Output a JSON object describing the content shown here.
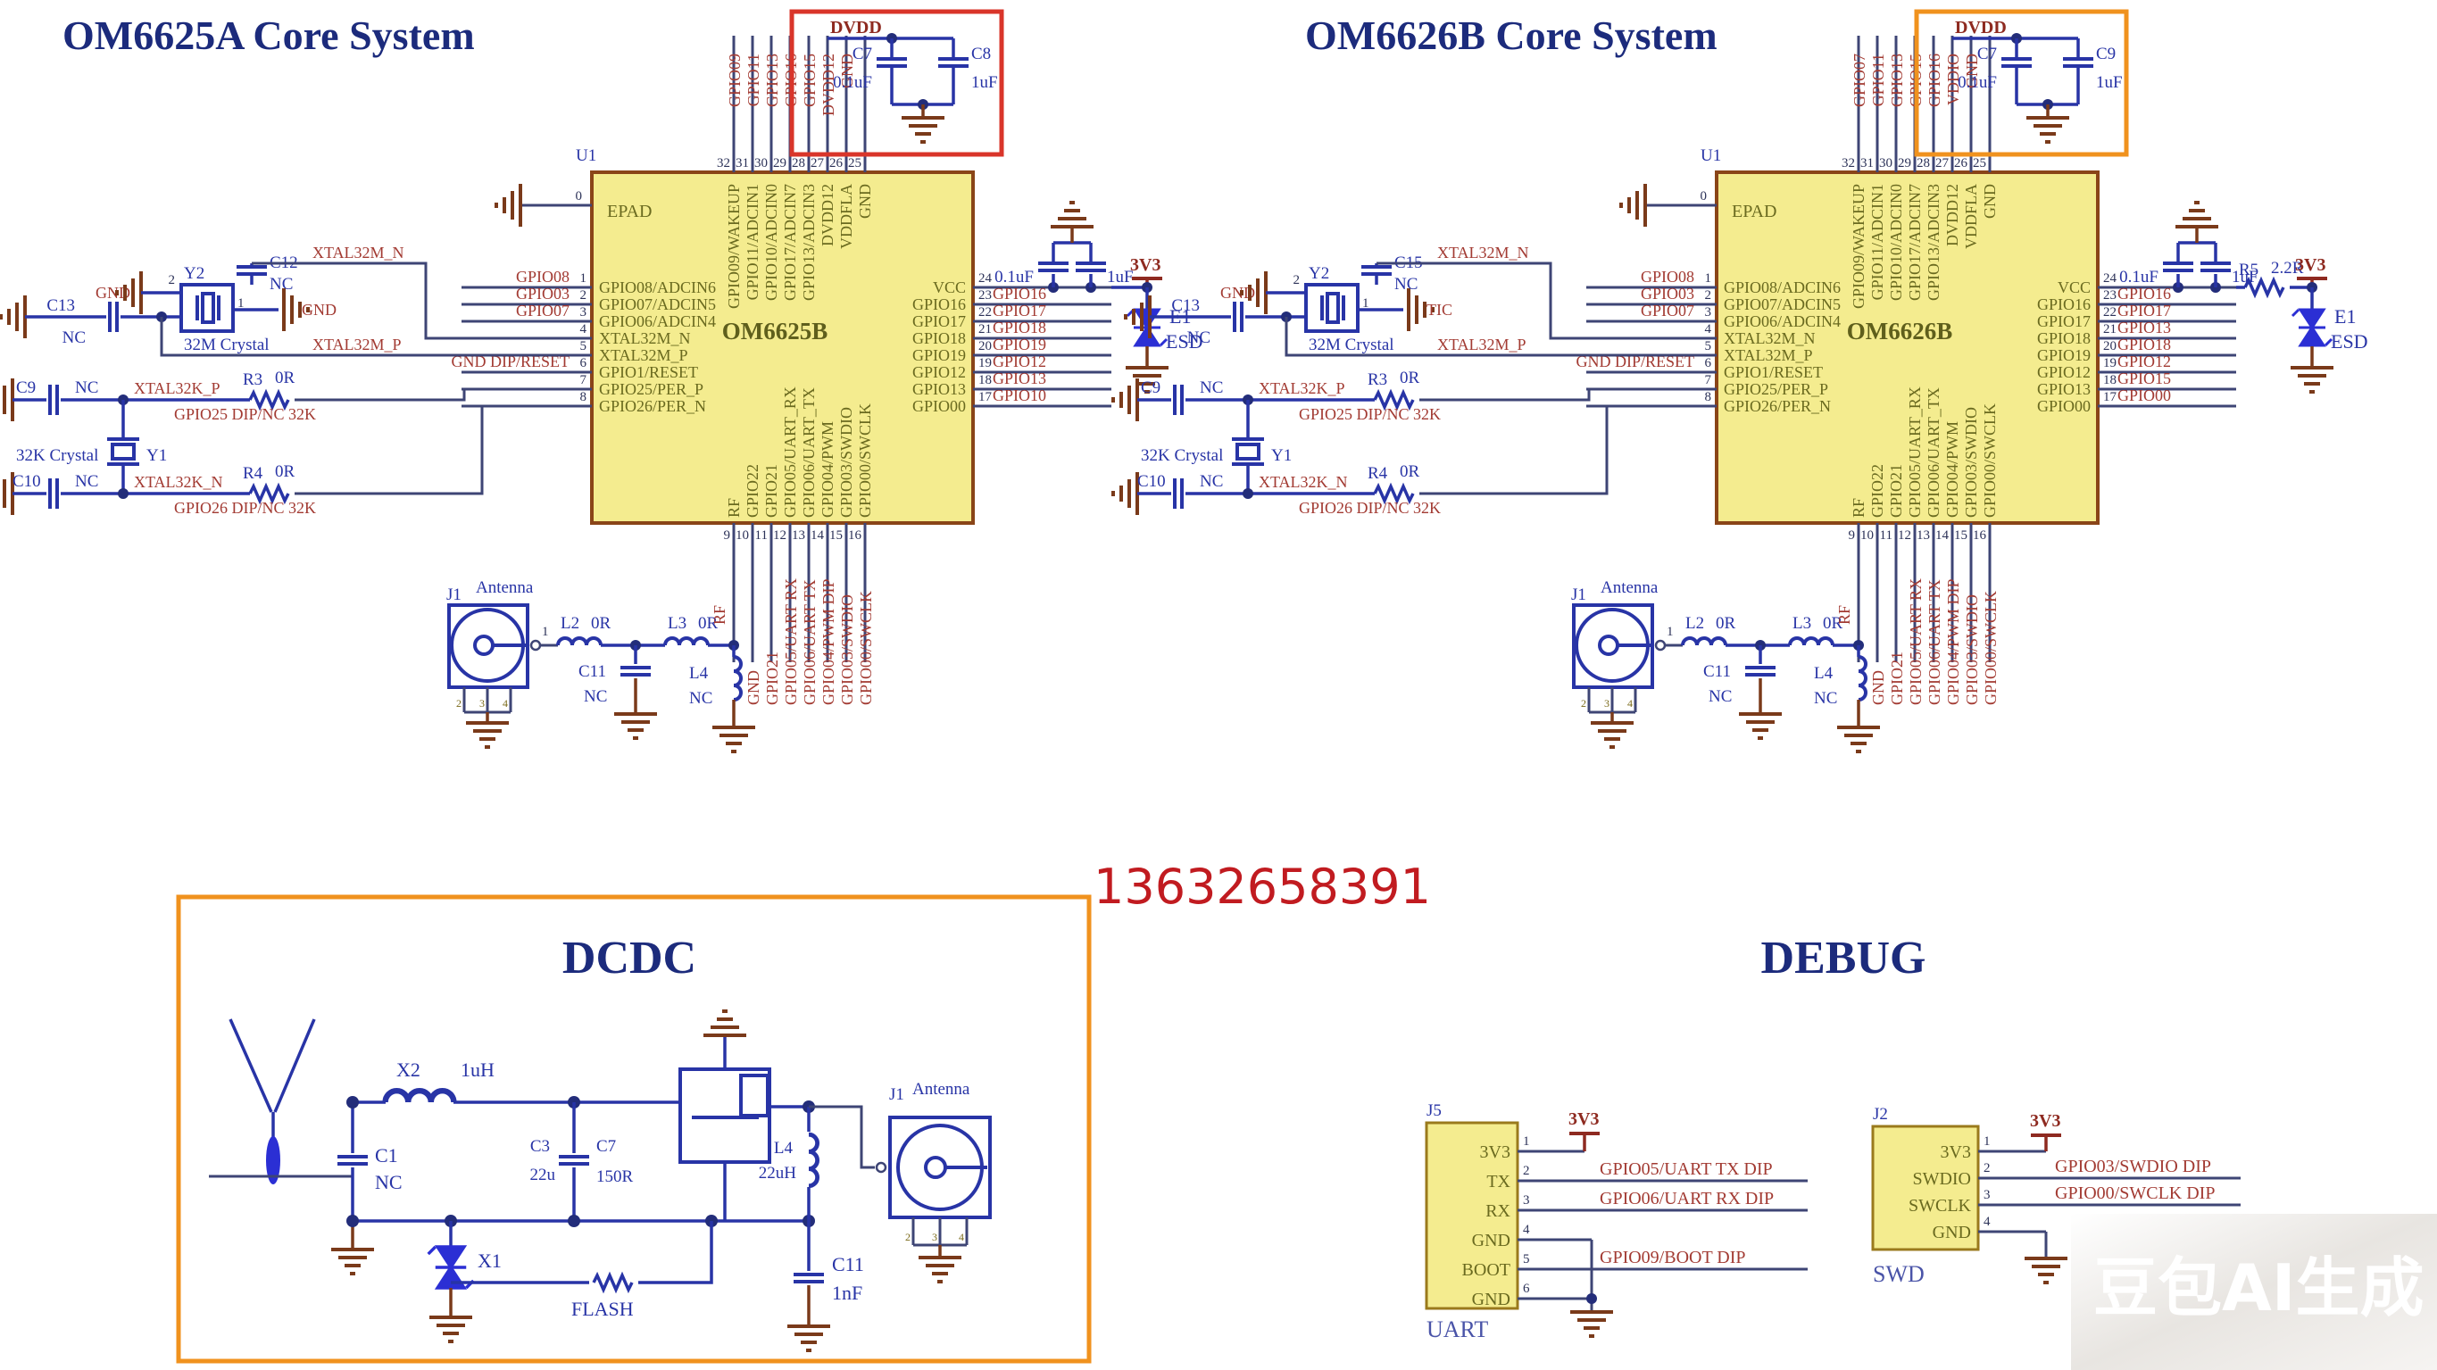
{
  "watermarks": {
    "phone": "13632658391",
    "badge": "豆包AI生成"
  },
  "left_system": {
    "title": "OM6625A Core System",
    "chip": {
      "ref": "U1",
      "name": "OM6625B",
      "epad": "EPAD",
      "epad_pin": "0",
      "left_pins": [
        {
          "num": "1",
          "inner": "GPIO08/ADCIN6",
          "net": "GPIO08"
        },
        {
          "num": "2",
          "inner": "GPIO07/ADCIN5",
          "net": "GPIO03"
        },
        {
          "num": "3",
          "inner": "GPIO06/ADCIN4",
          "net": "GPIO07"
        },
        {
          "num": "4",
          "inner": "XTAL32M_N",
          "net": ""
        },
        {
          "num": "5",
          "inner": "XTAL32M_P",
          "net": ""
        },
        {
          "num": "6",
          "inner": "GPIO1/RESET",
          "net": "GND DIP/RESET"
        },
        {
          "num": "7",
          "inner": "GPIO25/PER_P",
          "net": ""
        },
        {
          "num": "8",
          "inner": "GPIO26/PER_N",
          "net": ""
        }
      ],
      "right_pins": [
        {
          "num": "24",
          "inner": "VCC",
          "net": ""
        },
        {
          "num": "23",
          "inner": "GPIO16",
          "net": "GPIO16"
        },
        {
          "num": "22",
          "inner": "GPIO17",
          "net": "GPIO17"
        },
        {
          "num": "21",
          "inner": "GPIO18",
          "net": "GPIO18"
        },
        {
          "num": "20",
          "inner": "GPIO19",
          "net": "GPIO19"
        },
        {
          "num": "19",
          "inner": "GPIO12",
          "net": "GPIO12"
        },
        {
          "num": "18",
          "inner": "GPIO13",
          "net": "GPIO13"
        },
        {
          "num": "17",
          "inner": "GPIO00",
          "net": "GPIO10"
        }
      ],
      "top_pins": [
        {
          "num": "32",
          "inner": "GPIO09/WAKEUP",
          "net": "GPIO09"
        },
        {
          "num": "31",
          "inner": "GPIO11/ADCIN1",
          "net": "GPIO11"
        },
        {
          "num": "30",
          "inner": "GPIO10/ADCIN0",
          "net": "GPIO13"
        },
        {
          "num": "29",
          "inner": "GPIO17/ADCIN7",
          "net": "GPIO16"
        },
        {
          "num": "28",
          "inner": "GPIO13/ADCIN3",
          "net": "GPIO15"
        },
        {
          "num": "27",
          "inner": "DVDD12",
          "net": "DVDD12"
        },
        {
          "num": "26",
          "inner": "VDDFLA",
          "net": "GND"
        },
        {
          "num": "25",
          "inner": "GND",
          "net": ""
        }
      ],
      "bottom_pins": [
        {
          "num": "9",
          "inner": "RF",
          "net": ""
        },
        {
          "num": "10",
          "inner": "GPIO22",
          "net": "GND"
        },
        {
          "num": "11",
          "inner": "GPIO21",
          "net": "GPIO21"
        },
        {
          "num": "12",
          "inner": "GPIO05/UART_RX",
          "net": "GPIO05/UART RX"
        },
        {
          "num": "13",
          "inner": "GPIO06/UART_TX",
          "net": "GPIO06/UART TX"
        },
        {
          "num": "14",
          "inner": "GPIO04/PWM",
          "net": "GPIO04/PWM DIP"
        },
        {
          "num": "15",
          "inner": "GPIO03/SWDIO",
          "net": "GPIO03/SWDIO"
        },
        {
          "num": "16",
          "inner": "GPIO00/SWCLK",
          "net": "GPIO00/SWCLK"
        }
      ]
    },
    "dvdd": {
      "label": "DVDD",
      "c1_ref": "C7",
      "c1_val": "0.1uF",
      "c2_ref": "C8",
      "c2_val": "1uF"
    },
    "xtal32m": {
      "ref": "Y2",
      "name": "32M Crystal",
      "pin_l": "2",
      "pin_r": "1",
      "gnd_l": "GND",
      "gnd_r": "GND",
      "c_top_ref": "C12",
      "c_top_val": "NC",
      "net_n": "XTAL32M_N",
      "c_left_ref": "C13",
      "c_left_val": "NC",
      "net_p": "XTAL32M_P"
    },
    "xtal32k": {
      "ref": "Y1",
      "name": "32K Crystal",
      "c_p_ref": "C9",
      "c_p_val": "NC",
      "net_p": "XTAL32K_P",
      "r_p_ref": "R3",
      "r_p_val": "0R",
      "sub_p": "GPIO25 DIP/NC 32K",
      "c_n_ref": "C10",
      "c_n_val": "NC",
      "net_n": "XTAL32K_N",
      "r_n_ref": "R4",
      "r_n_val": "0R",
      "sub_n": "GPIO26 DIP/NC 32K"
    },
    "vcc": {
      "c1_val": "0.1uF",
      "c2_val": "1uF",
      "pwr": "3V3",
      "esd_ref": "E1",
      "esd_name": "ESD"
    },
    "ant": {
      "ref": "J1",
      "name": "Antenna",
      "pin1": "1",
      "p2": "2",
      "p3": "3",
      "p4": "4",
      "l2_ref": "L2",
      "l2_val": "0R",
      "l3_ref": "L3",
      "l3_val": "0R",
      "c11_ref": "C11",
      "c11_val": "NC",
      "l4_ref": "L4",
      "l4_val": "NC",
      "rf": "RF"
    }
  },
  "right_system": {
    "title": "OM6626B Core System",
    "chip": {
      "ref": "U1",
      "name": "OM6626B",
      "epad": "EPAD",
      "epad_pin": "0",
      "left_pins": [
        {
          "num": "1",
          "inner": "GPIO08/ADCIN6",
          "net": "GPIO08"
        },
        {
          "num": "2",
          "inner": "GPIO07/ADCIN5",
          "net": "GPIO03"
        },
        {
          "num": "3",
          "inner": "GPIO06/ADCIN4",
          "net": "GPIO07"
        },
        {
          "num": "4",
          "inner": "XTAL32M_N",
          "net": ""
        },
        {
          "num": "5",
          "inner": "XTAL32M_P",
          "net": ""
        },
        {
          "num": "6",
          "inner": "GPIO1/RESET",
          "net": "GND DIP/RESET"
        },
        {
          "num": "7",
          "inner": "GPIO25/PER_P",
          "net": ""
        },
        {
          "num": "8",
          "inner": "GPIO26/PER_N",
          "net": ""
        }
      ],
      "right_pins": [
        {
          "num": "24",
          "inner": "VCC",
          "net": ""
        },
        {
          "num": "23",
          "inner": "GPIO16",
          "net": "GPIO16"
        },
        {
          "num": "22",
          "inner": "GPIO17",
          "net": "GPIO17"
        },
        {
          "num": "21",
          "inner": "GPIO18",
          "net": "GPIO13"
        },
        {
          "num": "20",
          "inner": "GPIO19",
          "net": "GPIO18"
        },
        {
          "num": "19",
          "inner": "GPIO12",
          "net": "GPIO12"
        },
        {
          "num": "18",
          "inner": "GPIO13",
          "net": "GPIO15"
        },
        {
          "num": "17",
          "inner": "GPIO00",
          "net": "GPIO00"
        }
      ],
      "top_pins": [
        {
          "num": "32",
          "inner": "GPIO09/WAKEUP",
          "net": "GPIO07"
        },
        {
          "num": "31",
          "inner": "GPIO11/ADCIN1",
          "net": "GPIO11"
        },
        {
          "num": "30",
          "inner": "GPIO10/ADCIN0",
          "net": "GPIO13"
        },
        {
          "num": "29",
          "inner": "GPIO17/ADCIN7",
          "net": "GPIO15"
        },
        {
          "num": "28",
          "inner": "GPIO13/ADCIN3",
          "net": "GPIO16"
        },
        {
          "num": "27",
          "inner": "DVDD12",
          "net": "VDDIO"
        },
        {
          "num": "26",
          "inner": "VDDFLA",
          "net": "GND"
        },
        {
          "num": "25",
          "inner": "GND",
          "net": ""
        }
      ],
      "bottom_pins": [
        {
          "num": "9",
          "inner": "RF",
          "net": ""
        },
        {
          "num": "10",
          "inner": "GPIO22",
          "net": "GND"
        },
        {
          "num": "11",
          "inner": "GPIO21",
          "net": "GPIO21"
        },
        {
          "num": "12",
          "inner": "GPIO05/UART_RX",
          "net": "GPIO05/UART RX"
        },
        {
          "num": "13",
          "inner": "GPIO06/UART_TX",
          "net": "GPIO06/UART TX"
        },
        {
          "num": "14",
          "inner": "GPIO04/PWM",
          "net": "GPIO04/PWM DIP"
        },
        {
          "num": "15",
          "inner": "GPIO03/SWDIO",
          "net": "GPIO03/SWDIO"
        },
        {
          "num": "16",
          "inner": "GPIO00/SWCLK",
          "net": "GPIO00/SWCLK"
        }
      ]
    },
    "dvdd": {
      "label": "DVDD",
      "c1_ref": "C7",
      "c1_val": "0.1uF",
      "c2_ref": "C9",
      "c2_val": "1uF"
    },
    "xtal32m": {
      "ref": "Y2",
      "name": "32M Crystal",
      "pin_l": "2",
      "pin_r": "1",
      "gnd_l": "GND",
      "gnd_r": "TIC",
      "c_top_ref": "C15",
      "c_top_val": "NC",
      "net_n": "XTAL32M_N",
      "c_left_ref": "C13",
      "c_left_val": "NC",
      "net_p": "XTAL32M_P"
    },
    "xtal32k": {
      "ref": "Y1",
      "name": "32K Crystal",
      "c_p_ref": "C9",
      "c_p_val": "NC",
      "net_p": "XTAL32K_P",
      "r_p_ref": "R3",
      "r_p_val": "0R",
      "sub_p": "GPIO25 DIP/NC 32K",
      "c_n_ref": "C10",
      "c_n_val": "NC",
      "net_n": "XTAL32K_N",
      "r_n_ref": "R4",
      "r_n_val": "0R",
      "sub_n": "GPIO26 DIP/NC 32K"
    },
    "vcc": {
      "c1_val": "0.1uF",
      "c2_val": "1uF",
      "r_ref": "R5",
      "r_val": "2.2R",
      "pwr": "3V3",
      "esd_ref": "E1",
      "esd_name": "ESD"
    },
    "ant": {
      "ref": "J1",
      "name": "Antenna",
      "pin1": "1",
      "p2": "2",
      "p3": "3",
      "p4": "4",
      "l2_ref": "L2",
      "l2_val": "0R",
      "l3_ref": "L3",
      "l3_val": "0R",
      "c11_ref": "C11",
      "c11_val": "NC",
      "l4_ref": "L4",
      "l4_val": "NC",
      "rf": "RF"
    }
  },
  "dcdc": {
    "title": "DCDC",
    "x2_ref": "X2",
    "x2_val": "1uH",
    "c1_ref": "C1",
    "c1_val": "NC",
    "c3_ref": "C3",
    "c3_val": "22u",
    "aux_ref": "C7",
    "aux_val": "150R",
    "x1_ref": "X1",
    "flash": "FLASH",
    "l4_ref": "L4",
    "l4_val": "22uH",
    "c11_ref": "C11",
    "c11_val": "1nF",
    "j_ref": "J1",
    "j_name": "Antenna",
    "p2": "2",
    "p3": "3",
    "p4": "4"
  },
  "debug": {
    "title": "DEBUG",
    "uart": {
      "ref": "J5",
      "name": "UART",
      "pwr": "3V3",
      "pins": [
        {
          "n": "1",
          "l": "3V3"
        },
        {
          "n": "2",
          "l": "TX"
        },
        {
          "n": "3",
          "l": "RX"
        },
        {
          "n": "4",
          "l": "GND"
        },
        {
          "n": "5",
          "l": "BOOT"
        },
        {
          "n": "6",
          "l": "GND"
        }
      ],
      "net_tx": "GPIO05/UART TX DIP",
      "net_rx": "GPIO06/UART RX DIP",
      "net_boot": "GPIO09/BOOT DIP"
    },
    "swd": {
      "ref": "J2",
      "name": "SWD",
      "pwr": "3V3",
      "pins": [
        {
          "n": "1",
          "l": "3V3"
        },
        {
          "n": "2",
          "l": "SWDIO"
        },
        {
          "n": "3",
          "l": "SWCLK"
        },
        {
          "n": "4",
          "l": "GND"
        }
      ],
      "net_swdio": "GPIO03/SWDIO DIP",
      "net_swclk": "GPIO00/SWCLK DIP"
    }
  }
}
